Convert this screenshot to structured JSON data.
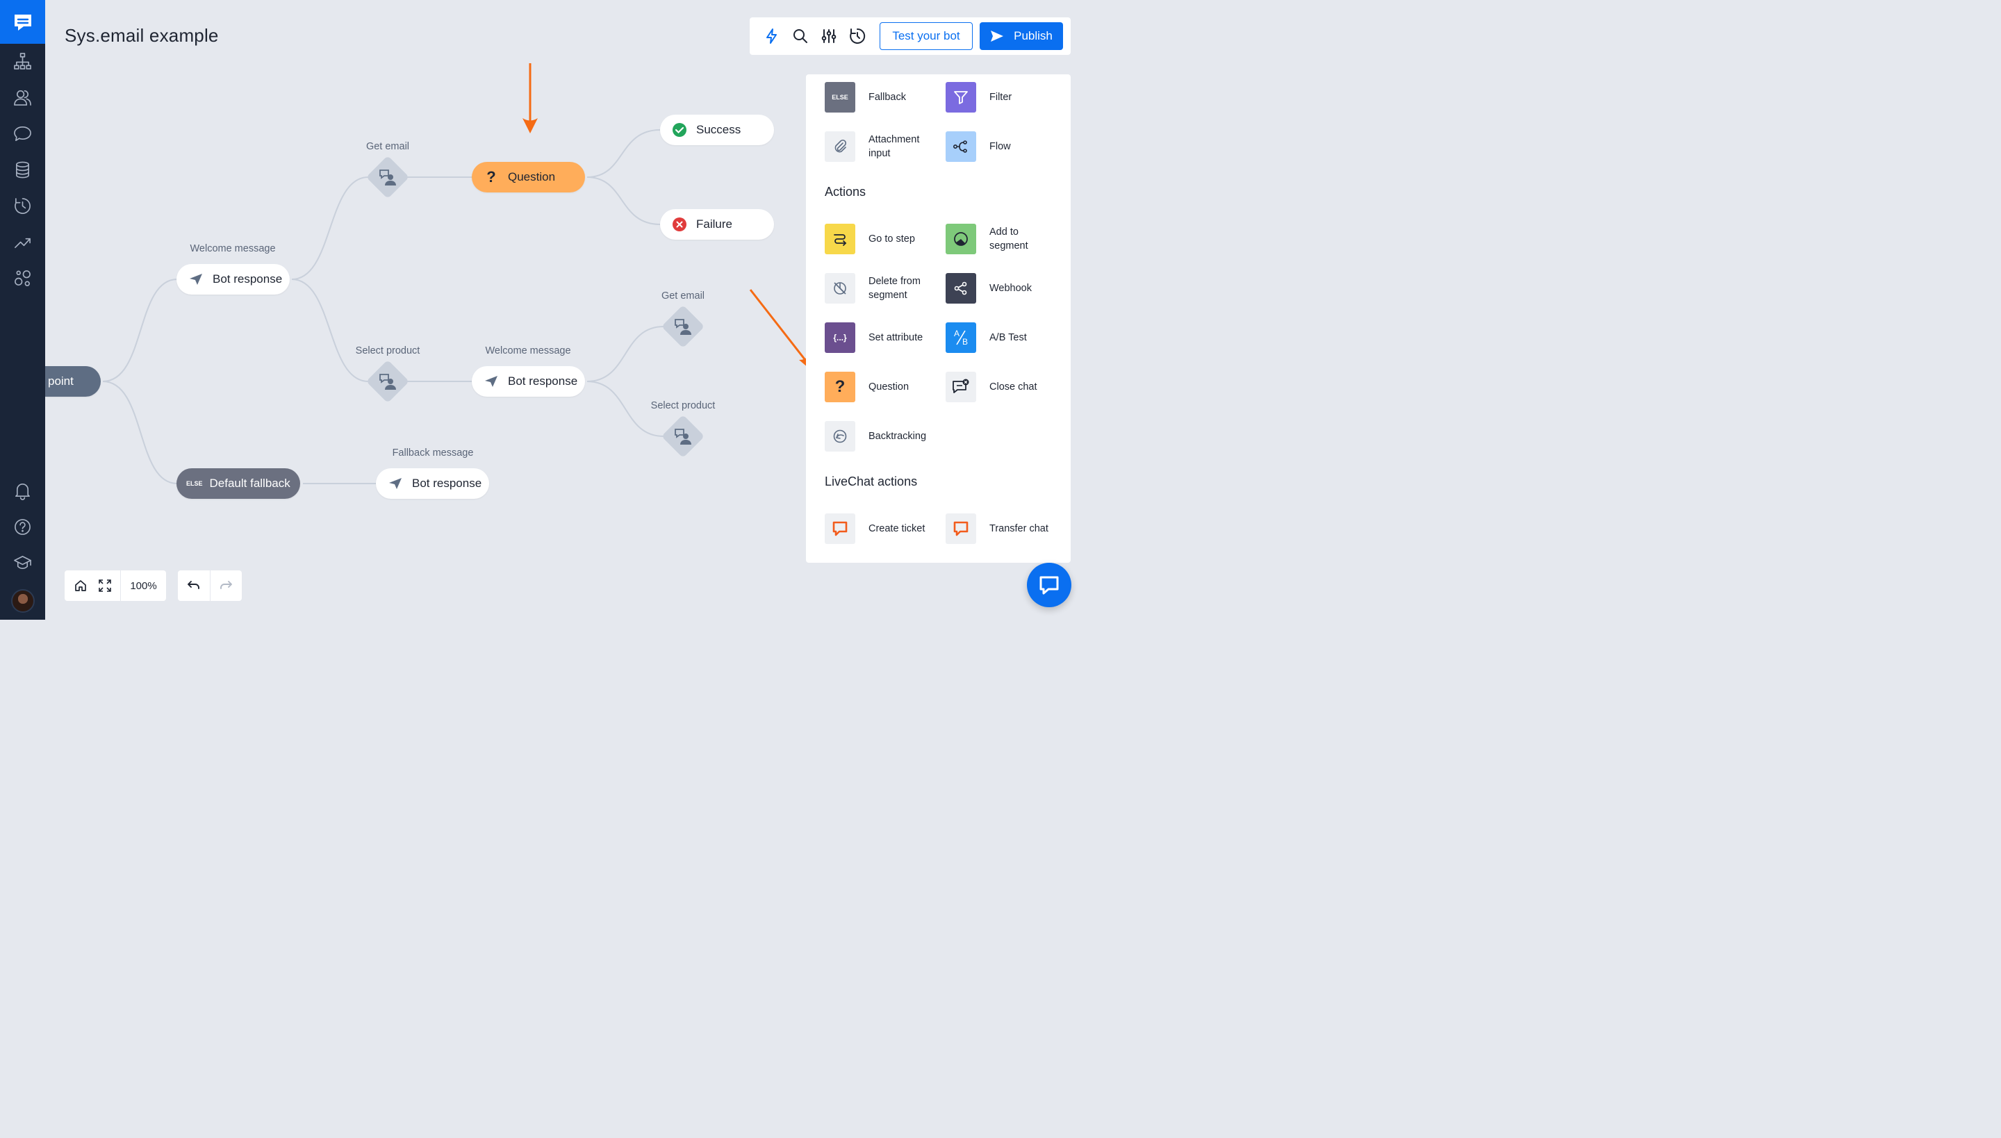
{
  "page": {
    "title": "Sys.email example"
  },
  "colors": {
    "accent": "#0a6ff0",
    "sidebar": "#1a2538",
    "question": "#ffad5a",
    "arrow": "#f56b14"
  },
  "toolbar": {
    "icons": [
      "lightning-icon",
      "search-icon",
      "sliders-icon",
      "history-icon"
    ],
    "test_label": "Test your bot",
    "publish_label": "Publish"
  },
  "sidebar": {
    "items": [
      "logo-icon",
      "flow-icon",
      "users-icon",
      "chat-icon",
      "database-icon",
      "history-icon",
      "analytics-icon",
      "integrations-icon",
      "bell-icon",
      "help-icon",
      "academy-icon"
    ]
  },
  "canvas": {
    "entry_label": "point",
    "default_fallback": {
      "badge": "ELSE",
      "label": "Default fallback"
    },
    "welcome1": {
      "caption": "Welcome message",
      "label": "Bot response"
    },
    "get_email1": {
      "caption": "Get email"
    },
    "select_product1": {
      "caption": "Select product"
    },
    "question": {
      "label": "Question"
    },
    "success": {
      "label": "Success"
    },
    "failure": {
      "label": "Failure"
    },
    "welcome2": {
      "caption": "Welcome message",
      "label": "Bot response"
    },
    "get_email2": {
      "caption": "Get email"
    },
    "select_product2": {
      "caption": "Select product"
    },
    "fallback_msg": {
      "caption": "Fallback message",
      "label": "Bot response"
    }
  },
  "panel": {
    "top_items": [
      {
        "label": "Fallback",
        "color": "#6b7080",
        "icon": "else-icon",
        "badge": "ELSE"
      },
      {
        "label": "Filter",
        "color": "#7b6be0",
        "icon": "filter-icon"
      },
      {
        "label": "Attachment input",
        "color": "#eef0f3",
        "icon": "paperclip-icon"
      },
      {
        "label": "Flow",
        "color": "#a7cffb",
        "icon": "flow-icon"
      }
    ],
    "actions_title": "Actions",
    "actions": [
      {
        "label": "Go to step",
        "color": "#f7d84a",
        "icon": "route-icon"
      },
      {
        "label": "Add to segment",
        "color": "#7ec97a",
        "icon": "pie-icon"
      },
      {
        "label": "Delete from segment",
        "color": "#eef0f3",
        "icon": "pie-off-icon"
      },
      {
        "label": "Webhook",
        "color": "#3d4254",
        "icon": "share-icon"
      },
      {
        "label": "Set attribute",
        "color": "#6b4f8f",
        "icon": "braces-icon",
        "badge": "{...}"
      },
      {
        "label": "A/B Test",
        "color": "#1b8cf0",
        "icon": "ab-icon",
        "badge_a": "A",
        "badge_b": "B"
      },
      {
        "label": "Question",
        "color": "#ffad5a",
        "icon": "question-icon",
        "badge": "?"
      },
      {
        "label": "Close chat",
        "color": "#eef0f3",
        "icon": "close-chat-icon"
      },
      {
        "label": "Backtracking",
        "color": "#eef0f3",
        "icon": "backtrack-icon"
      }
    ],
    "livechat_title": "LiveChat actions",
    "livechat": [
      {
        "label": "Create ticket",
        "color": "#eef0f3",
        "icon": "livechat-icon"
      },
      {
        "label": "Transfer chat",
        "color": "#eef0f3",
        "icon": "livechat-icon"
      }
    ]
  },
  "zoom": {
    "level": "100%"
  }
}
